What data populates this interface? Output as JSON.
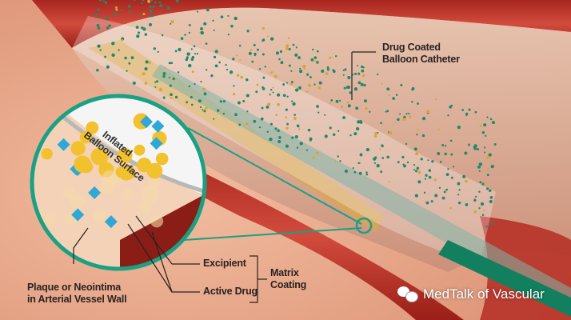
{
  "labels": {
    "catheter": [
      "Drug Coated",
      "Balloon Catheter"
    ],
    "balloon_surface": [
      "Inflated",
      "Balloon Surface"
    ],
    "excipient": "Excipient",
    "active_drug": "Active Drug",
    "matrix": [
      "Matrix",
      "Coating"
    ],
    "plaque": [
      "Plaque or Neointima",
      "in Arterial Vessel Wall"
    ]
  },
  "watermark": "MedTalk of Vascular",
  "colors": {
    "tissue": "#e9a88a",
    "vessel": "#c23a30",
    "drug_particle": "#1f8a6a",
    "inset_border": "#1aa083",
    "excipient": "#f2c12e",
    "crystal": "#2fa8d8",
    "catheter_tip": "#12805e"
  }
}
